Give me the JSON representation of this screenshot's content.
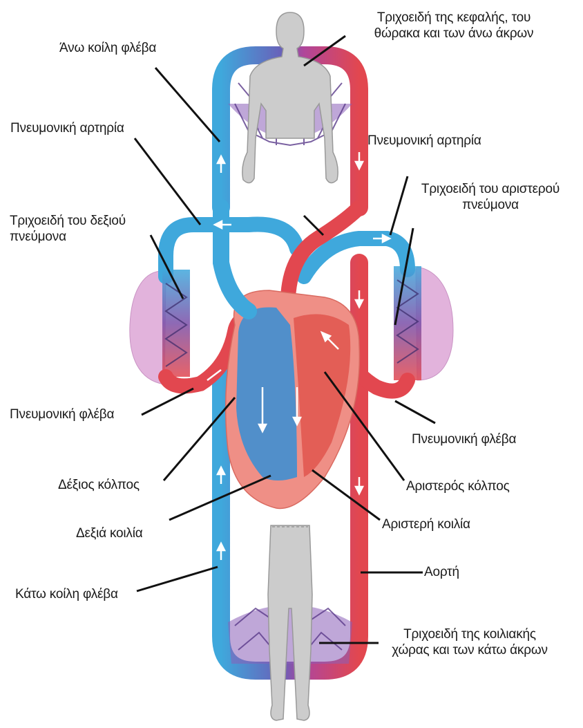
{
  "labels": {
    "upper_capillaries": "Τριχοειδή της κεφαλής, του\nθώρακα και των άνω άκρων",
    "superior_vena_cava": "Άνω κοίλη φλέβα",
    "pulmonary_artery_left_side": "Πνευμονική αρτηρία",
    "pulmonary_artery_right_side": "Πνευμονική αρτηρία",
    "left_lung_capillaries": "Τριχοειδή του αριστερού\nπνεύμονα",
    "right_lung_capillaries": "Τριχοειδή του δεξιού\nπνεύμονα",
    "pulmonary_vein_left_side": "Πνευμονική φλέβα",
    "pulmonary_vein_right_side": "Πνευμονική φλέβα",
    "right_atrium": "Δέξιος κόλπος",
    "left_atrium": "Αριστερός κόλπος",
    "right_ventricle": "Δεξιά κοιλία",
    "left_ventricle": "Αριστερή κοιλία",
    "aorta": "Αορτή",
    "inferior_vena_cava": "Κάτω κοίλη φλέβα",
    "lower_capillaries": "Τριχοειδή της κοιλιακής\nχώρας και των κάτω άκρων"
  },
  "colors": {
    "oxygen_poor_blood": "#3fa8dc",
    "oxygen_rich_blood": "#e2474f",
    "capillary_bed": "#7a4fa8",
    "heart": "#ef8f86",
    "lung": "#e2b3dc",
    "body_silhouette": "#cccccc",
    "leader_line": "#111111"
  }
}
